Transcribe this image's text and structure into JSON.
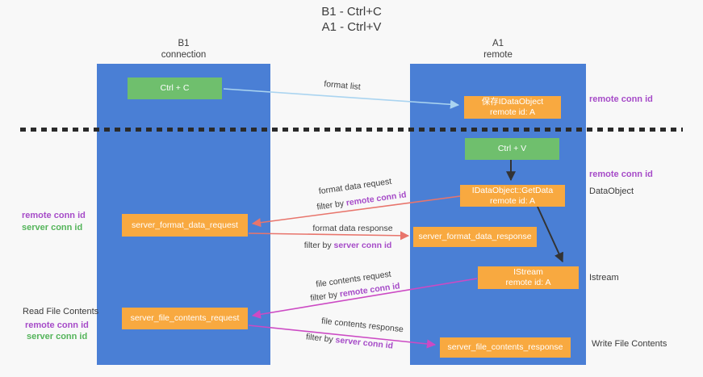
{
  "title": {
    "line1": "B1 - Ctrl+C",
    "line2": "A1 - Ctrl+V"
  },
  "lanes": {
    "left": {
      "title": "B1",
      "subtitle": "connection"
    },
    "right": {
      "title": "A1",
      "subtitle": "remote"
    }
  },
  "nodes": {
    "ctrl_c": {
      "label": "Ctrl + C"
    },
    "ctrl_v": {
      "label": "Ctrl + V"
    },
    "save_dataobject": {
      "line1": "保存IDataObject",
      "line2": "remote id: A"
    },
    "getdata": {
      "line1": "IDataObject::GetData",
      "line2": "remote id: A"
    },
    "istream": {
      "line1": "IStream",
      "line2": "remote id: A"
    },
    "server_format_data_request": {
      "label": "server_format_data_request"
    },
    "server_format_data_response": {
      "label": "server_format_data_response"
    },
    "server_file_contents_request": {
      "label": "server_file_contents_request"
    },
    "server_file_contents_response": {
      "label": "server_file_contents_response"
    }
  },
  "edges": {
    "format_list": {
      "label": "format list"
    },
    "format_data_request": {
      "label": "format data request",
      "filter_prefix": "filter by ",
      "filter_key": "remote conn id"
    },
    "format_data_response": {
      "label": "format data response",
      "filter_prefix": "filter by ",
      "filter_key": "server conn id"
    },
    "file_contents_request": {
      "label": "file contents request",
      "filter_prefix": "filter by ",
      "filter_key": "remote conn id"
    },
    "file_contents_response": {
      "label": "file contents response",
      "filter_prefix": "filter by ",
      "filter_key": "server conn id"
    }
  },
  "annotations": {
    "right_remote_conn_id_top": "remote conn id",
    "right_remote_conn_id_mid": "remote conn id",
    "right_dataobject": "DataObject",
    "right_istream": "Istream",
    "right_write_file_contents": "Write File Contents",
    "left_remote_conn_id_1": "remote conn id",
    "left_server_conn_id_1": "server conn id",
    "left_read_file_contents": "Read File Contents",
    "left_remote_conn_id_2": "remote conn id",
    "left_server_conn_id_2": "server conn id"
  },
  "colors": {
    "lane_blue": "#4a7fd5",
    "node_orange": "#f8a940",
    "node_green": "#6fbf6d",
    "arrow_light_blue": "#aad4f0",
    "arrow_red": "#e8756c",
    "arrow_magenta": "#cc4ac4",
    "arrow_black": "#333333",
    "conn_id_purple": "#a64bc8",
    "conn_id_green": "#54b45a"
  }
}
